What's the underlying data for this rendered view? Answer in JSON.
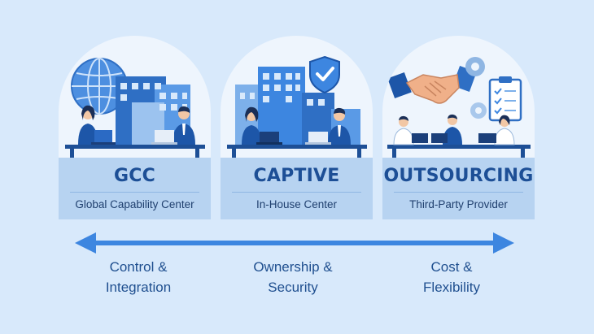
{
  "cards": [
    {
      "title": "GCC",
      "subtitle": "Global Capability Center"
    },
    {
      "title": "CAPTIVE",
      "subtitle": "In-House Center"
    },
    {
      "title": "OUTSOURCING",
      "subtitle": "Third-Party Provider"
    }
  ],
  "spectrum": {
    "left": {
      "line1": "Control &",
      "line2": "Integration"
    },
    "middle": {
      "line1": "Ownership &",
      "line2": "Security"
    },
    "right": {
      "line1": "Cost &",
      "line2": "Flexibility"
    }
  },
  "colors": {
    "background": "#d8e9fb",
    "accent": "#3d86e0",
    "title": "#1d4f96",
    "label_box": "#b7d3f1"
  },
  "icons": [
    "globe-icon",
    "office-building-icon",
    "shield-check-icon",
    "handshake-icon",
    "gear-icon",
    "clipboard-checklist-icon",
    "person-laptop-icon",
    "double-headed-arrow-icon"
  ]
}
